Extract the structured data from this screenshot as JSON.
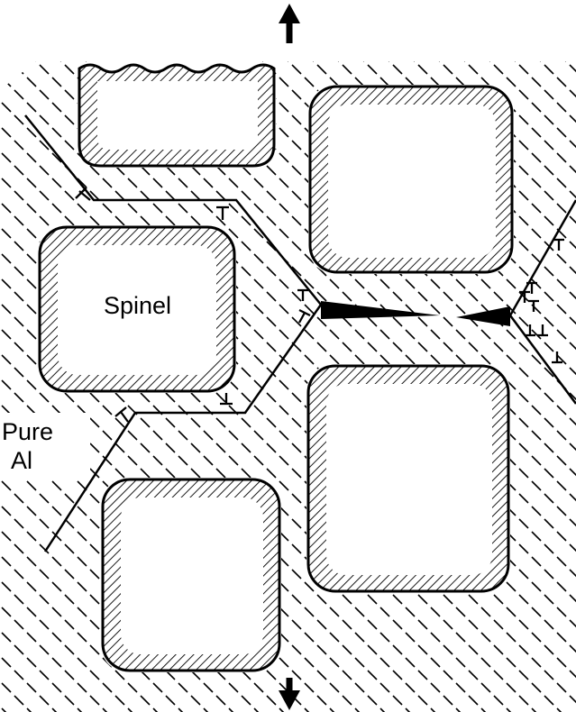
{
  "labels": {
    "spinel": "Spinel",
    "pure_line1": "Pure",
    "pure_line2": "Al"
  },
  "arrows": {
    "top": "tensile-load-arrow-up",
    "bottom": "tensile-load-arrow-down"
  },
  "dislocation_symbol": "⊥",
  "colors": {
    "ink": "#000000",
    "background": "#ffffff"
  }
}
